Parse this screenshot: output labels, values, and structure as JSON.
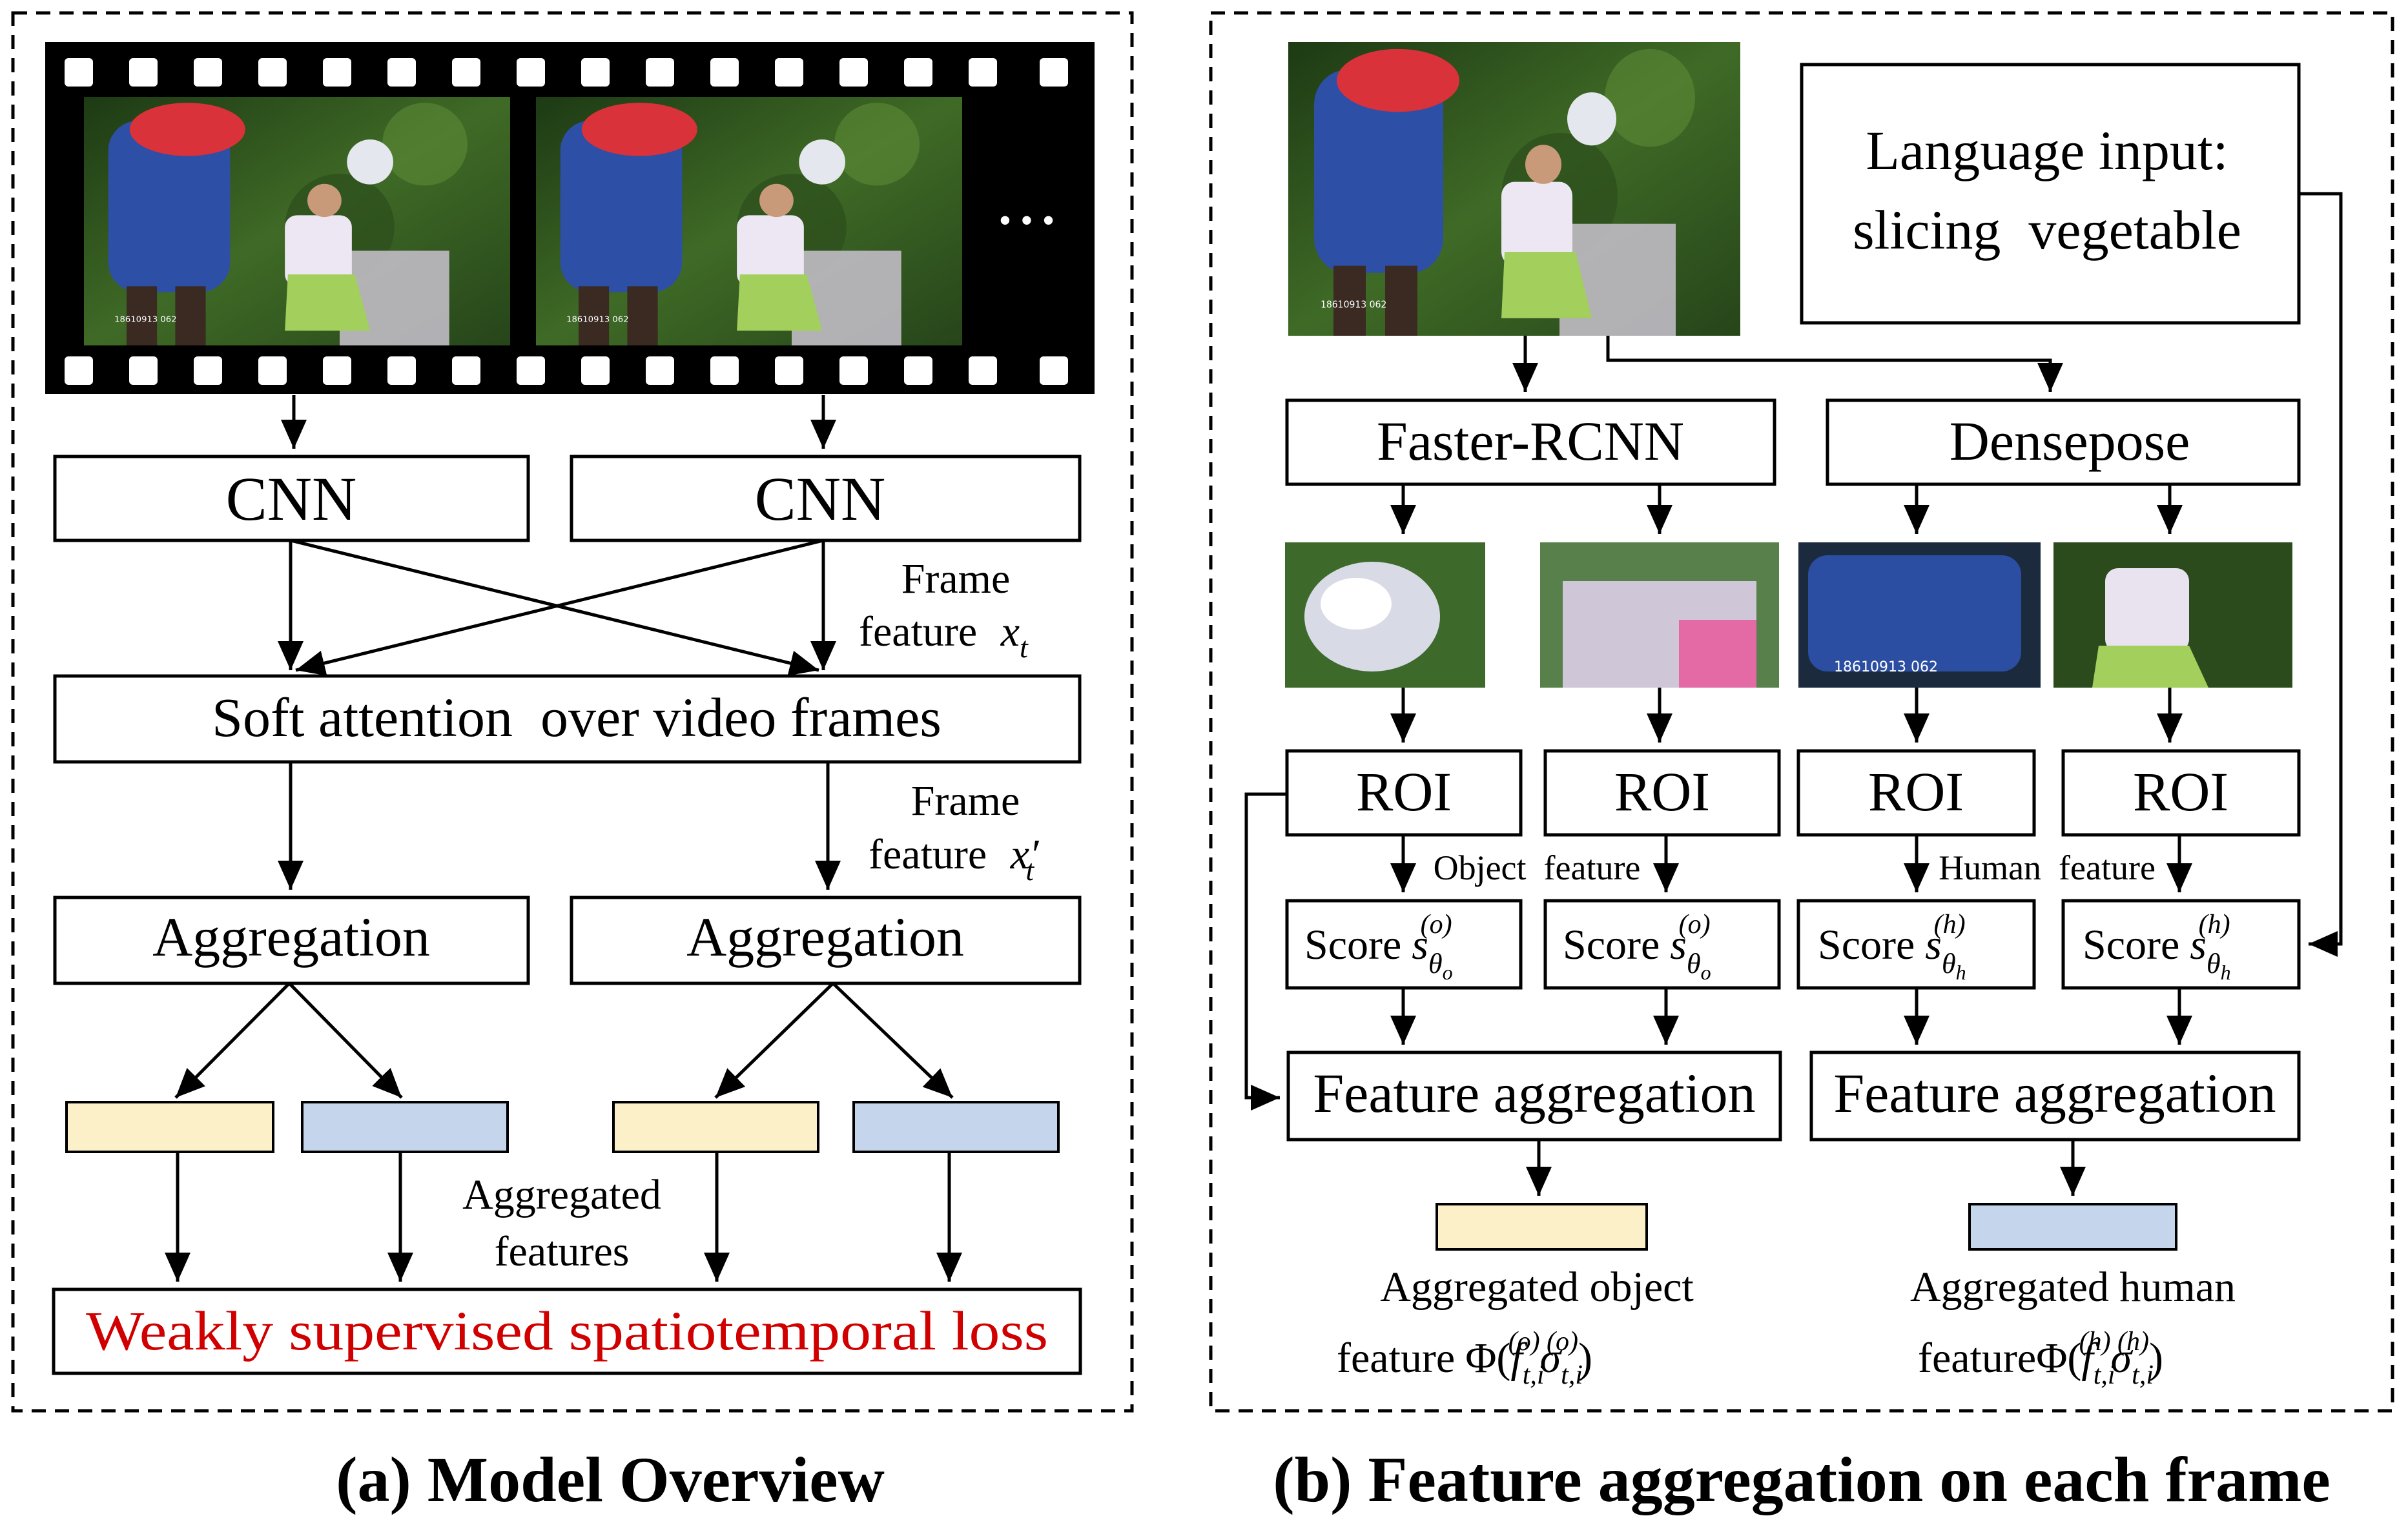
{
  "panel_a": {
    "caption": "(a) Model Overview",
    "cnn_label": "CNN",
    "frame_feature_label": "Frame",
    "frame_feature_word": "feature",
    "soft_attention_label": "Soft attention  over video frames",
    "aggregation_label": "Aggregation",
    "aggregated_features_line1": "Aggregated",
    "aggregated_features_line2": "features",
    "loss_label": "Weakly supervised spatiotemporal loss",
    "ellipsis": "• • •",
    "film_stamp": "18610913 062"
  },
  "panel_b": {
    "caption": "(b) Feature aggregation on each frame",
    "language_input_line1": "Language input:",
    "language_input_line2": "slicing  vegetable",
    "faster_rcnn_label": "Faster-RCNN",
    "densepose_label": "Densepose",
    "roi_label": "ROI",
    "object_feature_label": "Object  feature",
    "human_feature_label": "Human  feature",
    "score_label": "Score",
    "feature_aggregation_label": "Feature aggregation",
    "aggregated_object_line1": "Aggregated object",
    "aggregated_object_line2": "feature",
    "aggregated_human_line1": "Aggregated human",
    "aggregated_human_line2": "feature"
  },
  "colors": {
    "object_feature": "#fbf0c8",
    "human_feature": "#c4d5ec",
    "loss_text": "#d00000"
  }
}
